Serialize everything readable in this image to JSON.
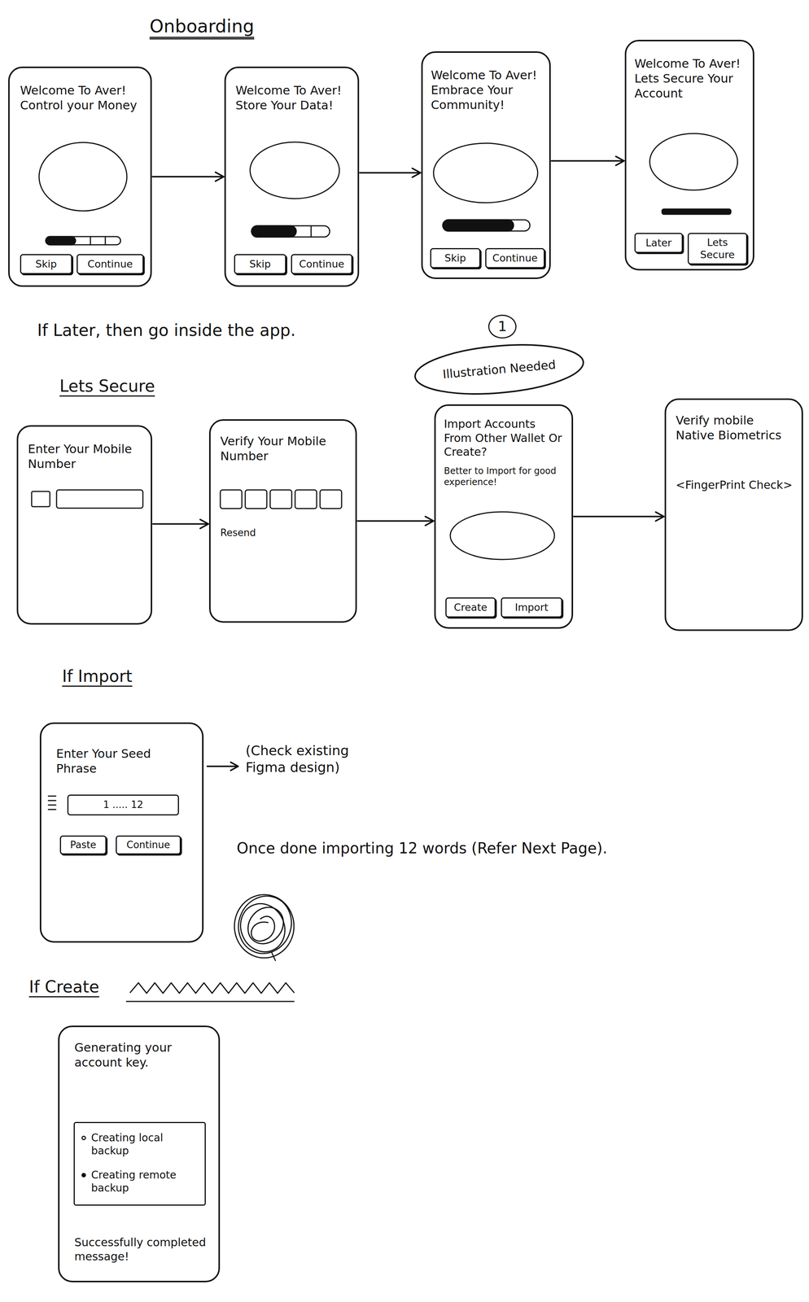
{
  "diagram": {
    "title": "Onboarding",
    "nodes": [
      {
        "text": [
          "Welcome To Aver! Control your Money"
        ]
      },
      {
        "text": [
          "Skip"
        ],
        "in": 0
      },
      {
        "text": [
          "Continue"
        ],
        "in": 0
      },
      {
        "text": [
          "Welcome To Aver! Store Your Data!"
        ]
      },
      {
        "text": [
          "Skip"
        ],
        "in": 3
      },
      {
        "text": [
          "Continue"
        ],
        "in": 3
      },
      {
        "text": [
          "Welcome To Aver! Embrace Your Community!"
        ]
      },
      {
        "text": [
          "Skip"
        ],
        "in": 6
      },
      {
        "text": [
          "Continue"
        ],
        "in": 6
      },
      {
        "text": [
          "Welcome To Aver! Lets Secure Your Account"
        ]
      },
      {
        "text": [
          "Later"
        ],
        "in": 9
      },
      {
        "text": [
          "Lets Secure"
        ],
        "in": 9
      },
      {
        "text": [
          "Illustration Needed"
        ]
      },
      {
        "text": [
          "Enter Your Mobile Number"
        ]
      },
      {
        "text": [
          "Verify Your Mobile Number",
          "Resend"
        ]
      },
      {
        "text": [
          "Import Accounts From Other Wallet Or Create?",
          "Better to Import for good experience!"
        ]
      },
      {
        "text": [
          "Create"
        ],
        "in": 15
      },
      {
        "text": [
          "Import"
        ],
        "in": 15
      },
      {
        "text": [
          "Verify mobile Native Biometrics",
          "<FingerPrint Check>"
        ]
      },
      {
        "text": [
          "Enter Your Seed Phrase"
        ]
      },
      {
        "text": [
          "1 ..... 12"
        ],
        "in": 19
      },
      {
        "text": [
          "Paste"
        ],
        "in": 19
      },
      {
        "text": [
          "Continue"
        ],
        "in": 19
      },
      {
        "text": [
          "Generating your account key.",
          "Successfully completed message!"
        ]
      },
      {
        "text": [
          "Creating local backup",
          "Creating remote backup"
        ],
        "in": 23
      }
    ],
    "edges": [
      {
        "from": 0,
        "to": 3,
        "arrow": "to"
      },
      {
        "from": 3,
        "to": 6,
        "arrow": "to"
      },
      {
        "from": 6,
        "to": 9,
        "arrow": "to"
      },
      {
        "from": 13,
        "to": 14,
        "arrow": "to"
      },
      {
        "from": 14,
        "to": 15,
        "arrow": "to"
      },
      {
        "from": 15,
        "to": 18,
        "arrow": "to"
      }
    ],
    "labels": [
      "If Later, then go inside the app.",
      "1",
      "Lets Secure",
      "If Import",
      "(Check existing Figma design)",
      "Once done importing 12 words (Refer Next Page).",
      "If Create"
    ]
  }
}
